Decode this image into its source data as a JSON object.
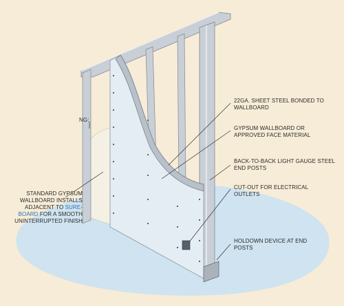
{
  "labels": {
    "ng": "NG:",
    "sheet_steel": "22GA. SHEET STEEL BONDED TO WALLBOARD",
    "gypsum": "GYPSUM WALLBOARD OR APPROVED FACE MATERIAL",
    "end_posts": "BACK-TO-BACK LIGHT GAUGE STEEL END POSTS",
    "cutout": "CUT-OUT FOR ELECTRICAL OUTLETS",
    "holdown": "HOLDOWN DEVICE AT END POSTS",
    "standard_pre": "STANDARD GYPSUM WALLBOARD INSTALLS ADJACENT TO",
    "standard_brand": "SURE-BOARD",
    "standard_post": "FOR A SMOOTH UNINTERRUPTED FINISH"
  },
  "colors": {
    "background": "#f7ecd7",
    "floor": "#cfe3f0",
    "board": "#e4edf4",
    "steel": "#c9cfd6",
    "accent": "#2a6fb5"
  }
}
